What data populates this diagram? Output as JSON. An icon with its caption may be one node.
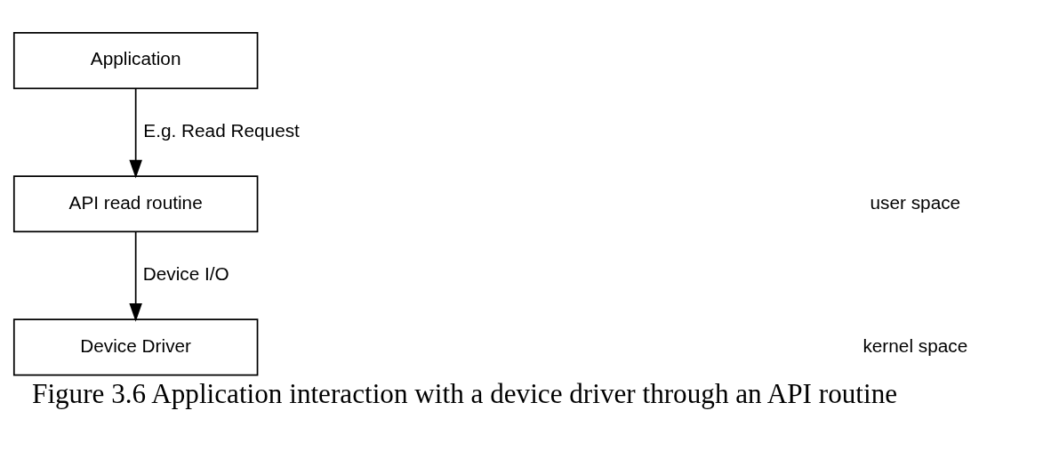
{
  "diagram": {
    "caption": "Figure 3.6 Application interaction with a device driver through an API routine",
    "nodes": [
      {
        "text": [
          "Application"
        ]
      },
      {
        "text": [
          "API read routine"
        ]
      },
      {
        "text": [
          "Device Driver"
        ]
      }
    ],
    "edges": [
      {
        "from": 0,
        "to": 1,
        "arrow": "to",
        "label": "E.g. Read Request"
      },
      {
        "from": 1,
        "to": 2,
        "arrow": "to",
        "label": "Device I/O"
      }
    ],
    "labels": [
      "user space",
      "kernel space"
    ]
  }
}
